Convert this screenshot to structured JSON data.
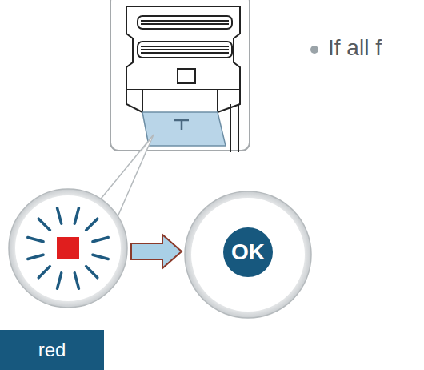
{
  "diagram": {
    "nodes": [
      {
        "text": [
          "red"
        ]
      },
      {
        "text": [
          "OK"
        ]
      }
    ],
    "edges": [
      {
        "from": 0,
        "to": 1,
        "arrow": "to"
      }
    ],
    "labels": [
      "If all f"
    ]
  }
}
